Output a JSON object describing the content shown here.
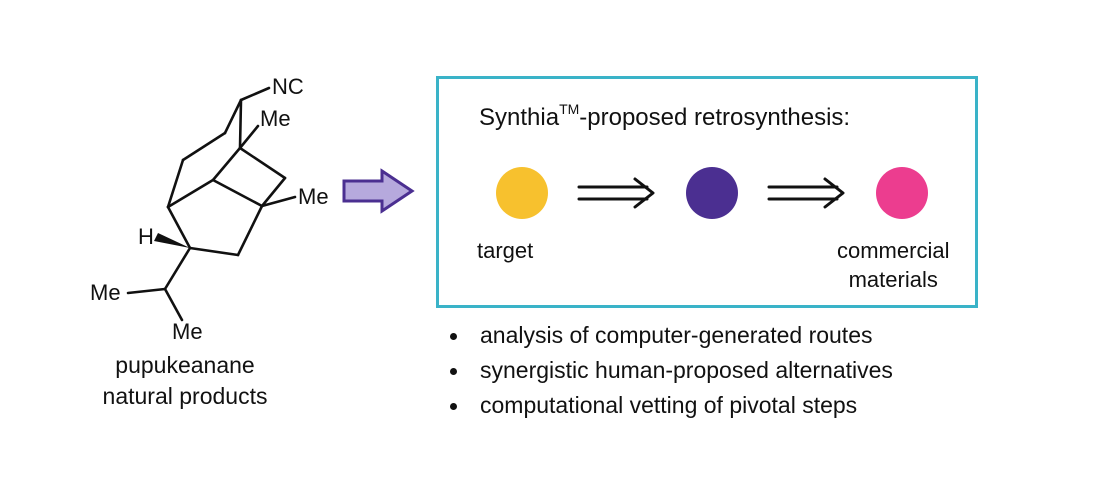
{
  "molecule": {
    "substituents": {
      "isocyano": "NC",
      "methyl_top": "Me",
      "methyl_right": "Me",
      "hydrogen": "H",
      "methyl_left": "Me",
      "methyl_bottom": "Me"
    },
    "caption_line1": "pupukeanane",
    "caption_line2": "natural products"
  },
  "box": {
    "title_prefix": "Synthia",
    "title_sup": "TM",
    "title_suffix": "-proposed retrosynthesis:",
    "border_color": "#3ab3c8",
    "steps": [
      {
        "label_lines": [
          "target"
        ],
        "color": "#f7c12e"
      },
      {
        "label_lines": [],
        "color": "#4b2f91"
      },
      {
        "label_lines": [
          "commercial",
          "materials"
        ],
        "color": "#ec3d8f"
      }
    ]
  },
  "arrow_color": "#b6a9dd",
  "arrow_stroke": "#4b2f91",
  "bullets": [
    "analysis of computer-generated routes",
    "synergistic human-proposed alternatives",
    "computational vetting of pivotal steps"
  ]
}
